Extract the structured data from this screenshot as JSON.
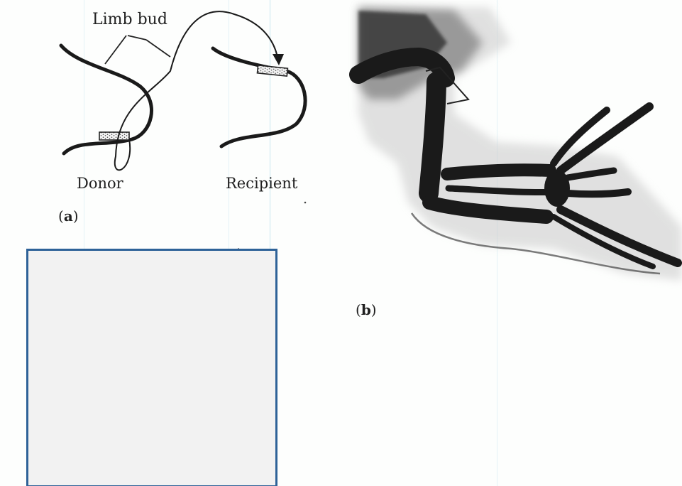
{
  "figure": {
    "panel_a": {
      "title_label": "Limb bud",
      "donor_label": "Donor",
      "recipient_label": "Recipient",
      "panel_letter": "a"
    },
    "panel_b": {
      "panel_letter": "b"
    }
  },
  "colors": {
    "ink": "#1f1f1f",
    "bone": "#1a1a1a",
    "placeholder_fill": "#f2f2f2",
    "placeholder_border": "#2e6298"
  }
}
